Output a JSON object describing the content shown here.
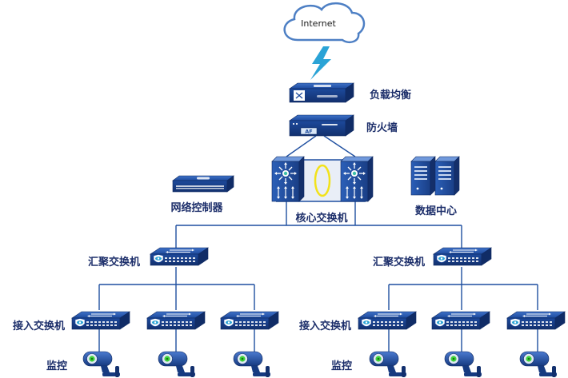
{
  "diagram": {
    "internet_label": "Internet",
    "load_balancer_label": "负载均衡",
    "load_balancer_badge": "",
    "firewall_label": "防火墙",
    "firewall_badge": "AF",
    "network_controller_label": "网络控制器",
    "core_switch_label": "核心交换机",
    "data_center_label": "数据中心",
    "aggregation_left_label": "汇聚交换机",
    "aggregation_right_label": "汇聚交换机",
    "access_left_label": "接入交换机",
    "access_right_label": "接入交换机",
    "camera_left_label": "监控",
    "camera_right_label": "监控",
    "colors": {
      "device_blue": "#1d4a9c",
      "device_dark": "#12306e",
      "line": "#1f4fa0",
      "lightning": "#2aa3d6",
      "ring": "#f2e21a",
      "cloud_stroke": "#4d7fc4"
    }
  }
}
